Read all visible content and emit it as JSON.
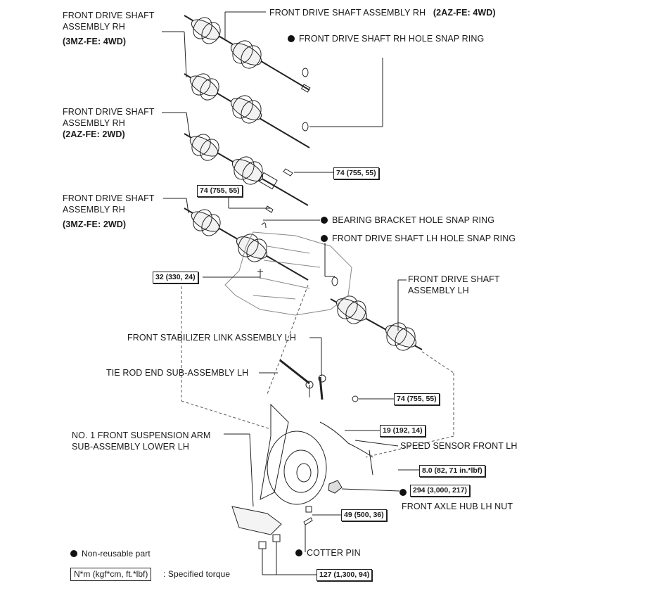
{
  "labels": {
    "rh_3mz_4wd": {
      "line1": "FRONT DRIVE SHAFT",
      "line2": "ASSEMBLY RH",
      "variant": "(3MZ-FE: 4WD)"
    },
    "rh_2az_4wd": {
      "name": "FRONT DRIVE SHAFT ASSEMBLY RH",
      "variant": "(2AZ-FE: 4WD)"
    },
    "rh_hole_snap_ring": "FRONT DRIVE SHAFT RH HOLE SNAP RING",
    "rh_2az_2wd": {
      "line1": "FRONT DRIVE SHAFT",
      "line2": "ASSEMBLY RH",
      "variant": "(2AZ-FE: 2WD)"
    },
    "rh_3mz_2wd": {
      "line1": "FRONT DRIVE SHAFT",
      "line2": "ASSEMBLY RH",
      "variant": "(3MZ-FE: 2WD)"
    },
    "bearing_bracket_snap_ring": "BEARING BRACKET HOLE SNAP RING",
    "lh_hole_snap_ring": "FRONT DRIVE SHAFT LH HOLE SNAP RING",
    "lh_assembly": {
      "line1": "FRONT DRIVE SHAFT",
      "line2": "ASSEMBLY LH"
    },
    "stabilizer_link": "FRONT STABILIZER LINK ASSEMBLY LH",
    "tie_rod_end": "TIE ROD END SUB-ASSEMBLY LH",
    "suspension_arm": {
      "line1": "NO. 1 FRONT SUSPENSION ARM",
      "line2": "SUB-ASSEMBLY LOWER LH"
    },
    "speed_sensor": "SPEED SENSOR FRONT LH",
    "axle_hub_nut": "FRONT AXLE HUB LH NUT",
    "cotter_pin": "COTTER PIN"
  },
  "torques": {
    "t1": "74 (755, 55)",
    "t2": "74 (755, 55)",
    "t3": "32 (330, 24)",
    "t4": "74 (755, 55)",
    "t5": "19 (192, 14)",
    "t6": "8.0 (82, 71 in.*lbf)",
    "t7": "294 (3,000, 217)",
    "t8": "49 (500, 36)",
    "t9": "127 (1,300, 94)"
  },
  "legend": {
    "non_reusable": "Non-reusable part",
    "torque_unit": "N*m (kgf*cm, ft.*lbf)",
    "torque_desc": ": Specified torque"
  }
}
